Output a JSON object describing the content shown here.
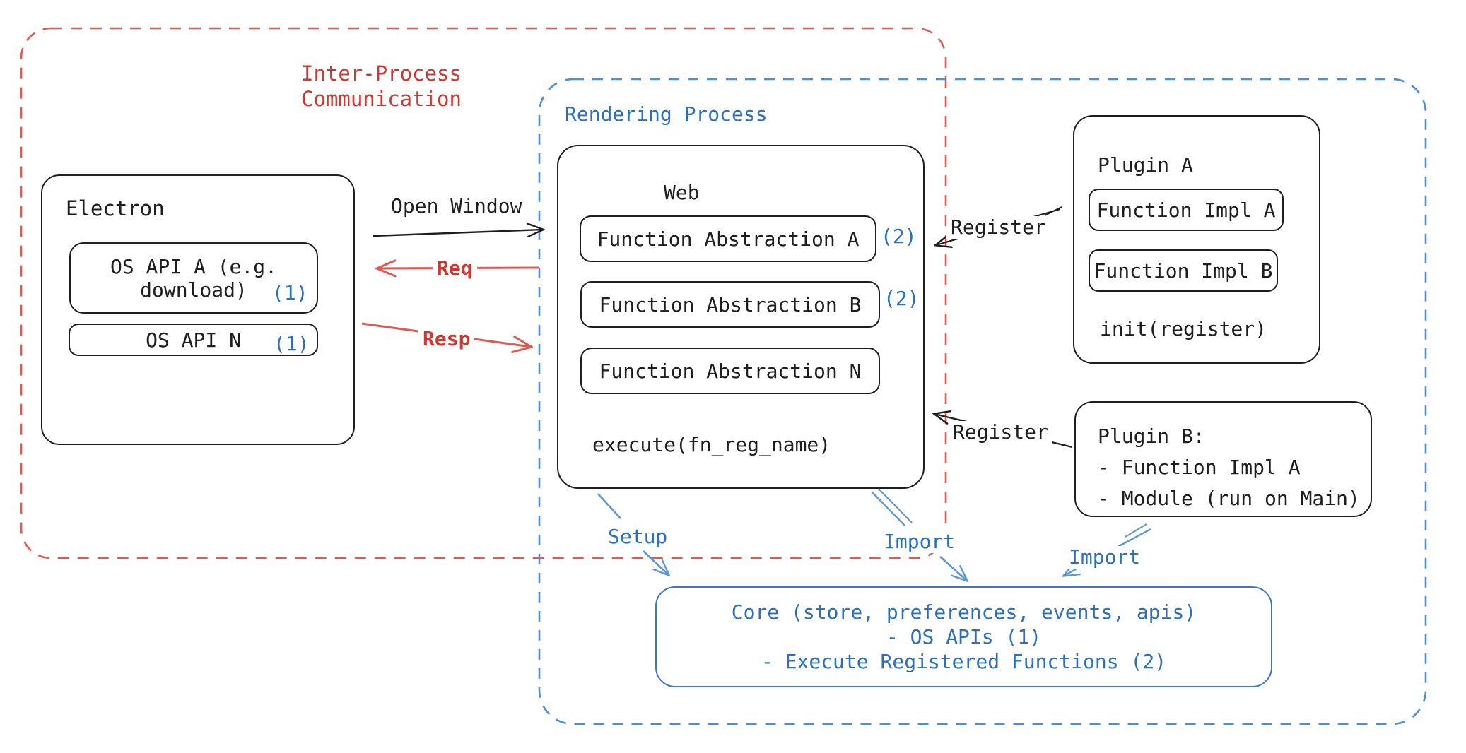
{
  "colors": {
    "ink": "#1e1e1e",
    "red_text": "#cb3a32",
    "red_line": "#dd5a52",
    "blue_text": "#2b6fbe",
    "blue_line": "#5c97d4",
    "blue_dash": "#4b8fd4",
    "core_border": "#3b79c6",
    "background": "#ffffff"
  },
  "ipc": {
    "line1": "Inter-Process",
    "line2": "Communication"
  },
  "rendering": {
    "label": "Rendering Process"
  },
  "electron": {
    "title": "Electron",
    "os_api_a_line1": "OS API A (e.g.",
    "os_api_a_line2": "download)",
    "os_api_a_ref": "(1)",
    "os_api_n": "OS API N",
    "os_api_n_ref": "(1)"
  },
  "web": {
    "title": "Web",
    "fn_a": "Function Abstraction A",
    "fn_a_ref": "(2)",
    "fn_b": "Function Abstraction B",
    "fn_b_ref": "(2)",
    "fn_n": "Function Abstraction N",
    "execute": "execute(fn_reg_name)"
  },
  "plugin_a": {
    "title": "Plugin A",
    "impl_a": "Function Impl A",
    "impl_b": "Function Impl B",
    "init": "init(register)"
  },
  "plugin_b": {
    "line1": "Plugin B:",
    "line2": "- Function Impl A",
    "line3": "- Module (run on Main)"
  },
  "core": {
    "line1": "Core (store, preferences, events, apis)",
    "line2": "- OS APIs (1)",
    "line3": "- Execute Registered Functions (2)"
  },
  "arrows": {
    "open_window": "Open Window",
    "req": "Req",
    "resp": "Resp",
    "register_a": "Register",
    "register_b": "Register",
    "setup": "Setup",
    "import_web": "Import",
    "import_plugin": "Import"
  }
}
